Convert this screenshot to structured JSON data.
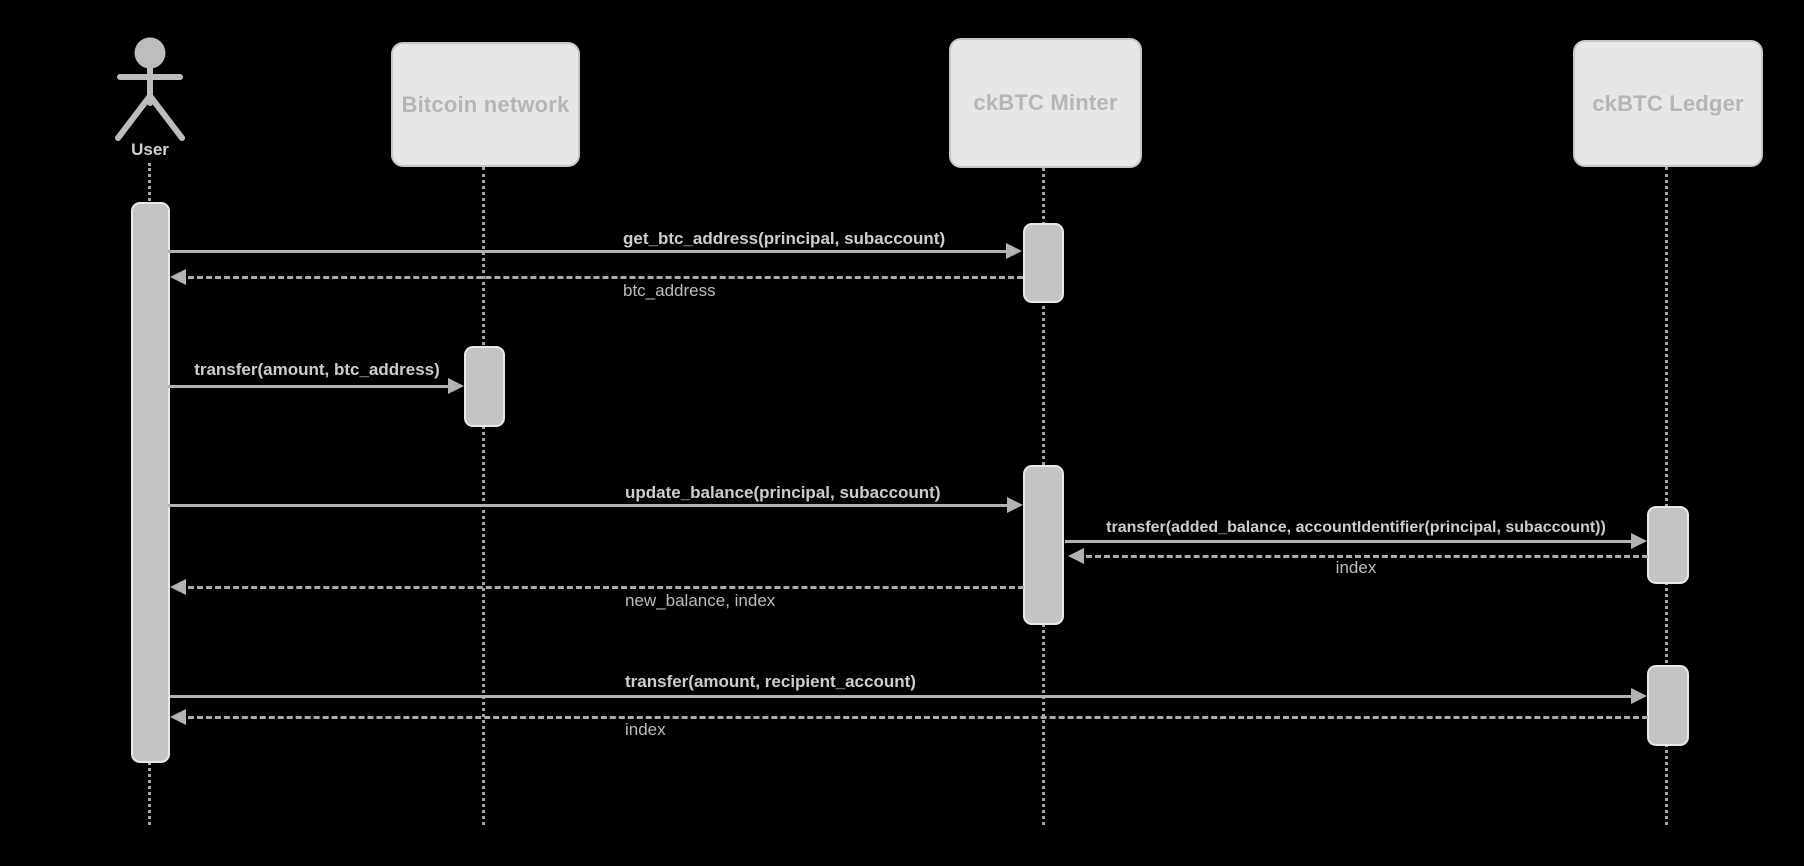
{
  "diagram_type": "sequence-diagram",
  "actors": [
    {
      "id": "user",
      "label": "User",
      "kind": "actor"
    },
    {
      "id": "bitcoin-network",
      "label": "Bitcoin network",
      "kind": "participant"
    },
    {
      "id": "ckbtc-minter",
      "label": "ckBTC Minter",
      "kind": "participant"
    },
    {
      "id": "ckbtc-ledger",
      "label": "ckBTC Ledger",
      "kind": "participant"
    }
  ],
  "messages": [
    {
      "from": "user",
      "to": "ckbtc-minter",
      "style": "call",
      "text": "get_btc_address(principal, subaccount)"
    },
    {
      "from": "ckbtc-minter",
      "to": "user",
      "style": "return",
      "text": "btc_address"
    },
    {
      "from": "user",
      "to": "bitcoin-network",
      "style": "call",
      "text": "transfer(amount, btc_address)"
    },
    {
      "from": "user",
      "to": "ckbtc-minter",
      "style": "call",
      "text": "update_balance(principal, subaccount)"
    },
    {
      "from": "ckbtc-minter",
      "to": "ckbtc-ledger",
      "style": "call",
      "text": "transfer(added_balance, accountIdentifier(principal, subaccount))"
    },
    {
      "from": "ckbtc-ledger",
      "to": "ckbtc-minter",
      "style": "return",
      "text": "index"
    },
    {
      "from": "ckbtc-minter",
      "to": "user",
      "style": "return",
      "text": "new_balance, index"
    },
    {
      "from": "user",
      "to": "ckbtc-ledger",
      "style": "call",
      "text": "transfer(amount, recipient_account)"
    },
    {
      "from": "ckbtc-ledger",
      "to": "user",
      "style": "return",
      "text": "index"
    }
  ],
  "colors": {
    "bg": "#000000",
    "box-fill": "#e7e7e7",
    "box-border": "#c6c6c6",
    "box-text": "#b5b5b5",
    "lifeline": "#a3a3a3",
    "act-fill": "#c4c4c4",
    "act-border": "#e9e9e9",
    "arrow": "#b3b3b3",
    "arrow-dash": "#ababab",
    "msg-call": "#cdcdcd",
    "msg-return": "#bcbcbc",
    "actor-figure": "#bdbdbd",
    "actor-text": "#d0d0d0"
  }
}
